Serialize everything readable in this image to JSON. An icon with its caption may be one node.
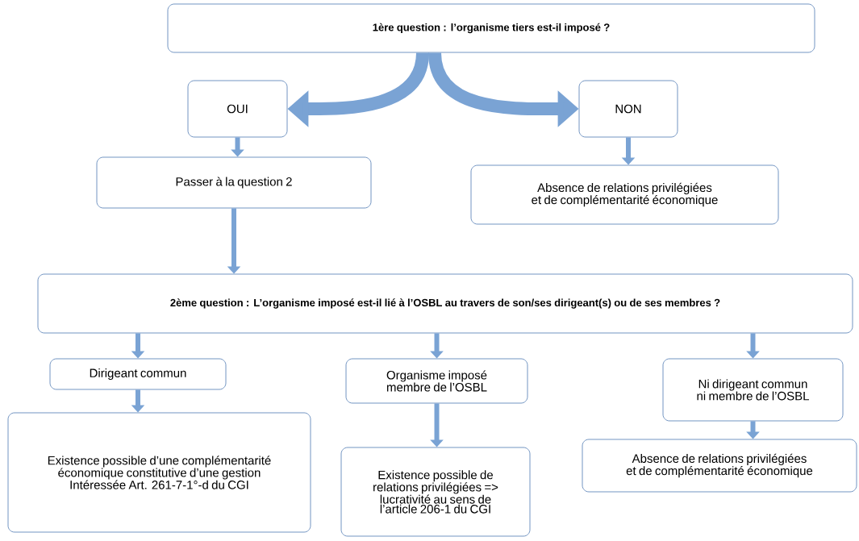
{
  "diagram": {
    "nodes": [
      {
        "text": [
          "1ère question : l’organisme tiers est-il imposé ?"
        ]
      },
      {
        "text": [
          "OUI"
        ]
      },
      {
        "text": [
          "NON"
        ]
      },
      {
        "text": [
          "Passer à la question 2"
        ]
      },
      {
        "text": [
          "Absence de relations privilégiées et de complémentarité économique"
        ]
      },
      {
        "text": [
          "2ème question : L’organisme imposé est-il lié à l’OSBL au travers de son/ses dirigeant(s) ou de ses membres ?"
        ]
      },
      {
        "text": [
          "Dirigeant commun"
        ]
      },
      {
        "text": [
          "Organisme imposé membre de l’OSBL"
        ]
      },
      {
        "text": [
          "Ni dirigeant commun ni membre de l’OSBL"
        ]
      },
      {
        "text": [
          "Existence possible d’une complémentarité économique constitutive d’une gestion Intéressée Art. 261-7-1°-d du CGI"
        ]
      },
      {
        "text": [
          "Existence possible de relations privilégiées => lucrativité au sens de l’article 206-1 du CGI"
        ]
      },
      {
        "text": [
          "Absence de relations privilégiées et de complémentarité économique"
        ]
      }
    ],
    "edges": [
      {
        "from": 0,
        "to": 1,
        "arrow": "to",
        "style": "thick"
      },
      {
        "from": 0,
        "to": 2,
        "arrow": "to",
        "style": "thick"
      },
      {
        "from": 1,
        "to": 3,
        "arrow": "to"
      },
      {
        "from": 2,
        "to": 4,
        "arrow": "to"
      },
      {
        "from": 3,
        "to": 5,
        "arrow": "to"
      },
      {
        "from": 5,
        "to": 6,
        "arrow": "to"
      },
      {
        "from": 5,
        "to": 7,
        "arrow": "to"
      },
      {
        "from": 5,
        "to": 8,
        "arrow": "to"
      },
      {
        "from": 6,
        "to": 9,
        "arrow": "to"
      },
      {
        "from": 7,
        "to": 10,
        "arrow": "to"
      },
      {
        "from": 8,
        "to": 11,
        "arrow": "to"
      }
    ]
  }
}
